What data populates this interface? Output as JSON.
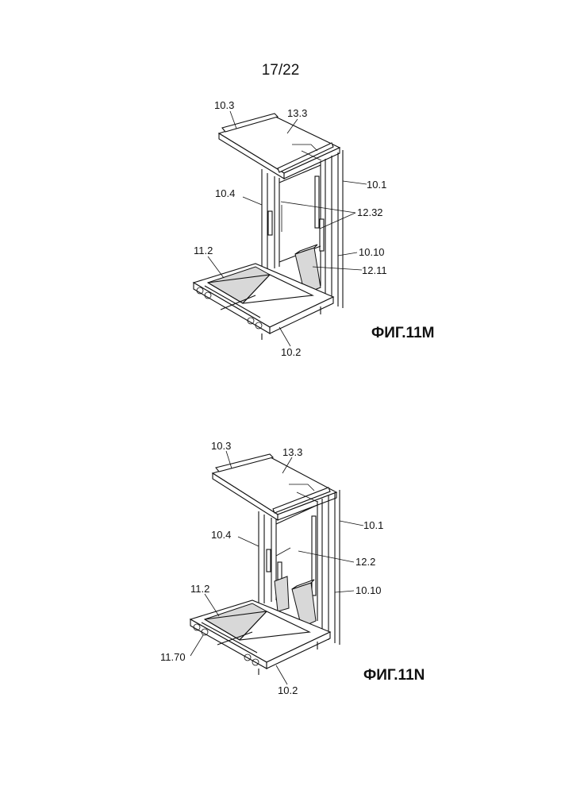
{
  "page_number": "17/22",
  "figures": [
    {
      "caption": "ФИГ.11M",
      "labels": {
        "l_10_3": "10.3",
        "l_13_3": "13.3",
        "l_10_1": "10.1",
        "l_10_4": "10.4",
        "l_12_32": "12.32",
        "l_11_2": "11.2",
        "l_10_10": "10.10",
        "l_12_11": "12.11",
        "l_10_2": "10.2"
      }
    },
    {
      "caption": "ФИГ.11N",
      "labels": {
        "l_10_3": "10.3",
        "l_13_3": "13.3",
        "l_10_1": "10.1",
        "l_10_4": "10.4",
        "l_12_2": "12.2",
        "l_11_2": "11.2",
        "l_10_10": "10.10",
        "l_11_70": "11.70",
        "l_10_2": "10.2"
      }
    }
  ]
}
